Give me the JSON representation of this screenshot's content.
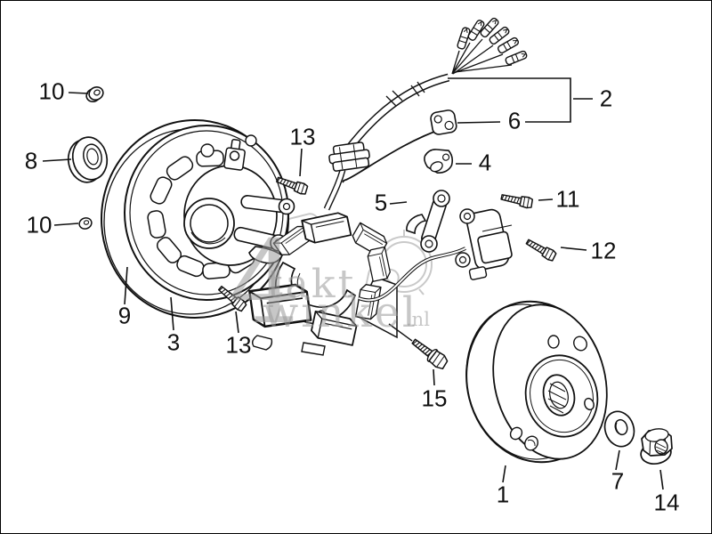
{
  "diagram": {
    "colors": {
      "line": "#151515",
      "background": "#ffffff",
      "watermark": "#9a9a9a"
    },
    "watermark": {
      "numeral": "4",
      "word_top": "takt",
      "word_bottom": "winkel",
      "tld": ".nl"
    },
    "callouts": {
      "c1": {
        "label": "1"
      },
      "c2": {
        "label": "2"
      },
      "c3": {
        "label": "3"
      },
      "c4": {
        "label": "4"
      },
      "c5": {
        "label": "5"
      },
      "c6": {
        "label": "6"
      },
      "c7": {
        "label": "7"
      },
      "c8": {
        "label": "8"
      },
      "c9": {
        "label": "9"
      },
      "c10a": {
        "label": "10"
      },
      "c10b": {
        "label": "10"
      },
      "c11": {
        "label": "11"
      },
      "c12": {
        "label": "12"
      },
      "c13a": {
        "label": "13"
      },
      "c13b": {
        "label": "13"
      },
      "c14": {
        "label": "14"
      },
      "c15": {
        "label": "15"
      }
    }
  }
}
